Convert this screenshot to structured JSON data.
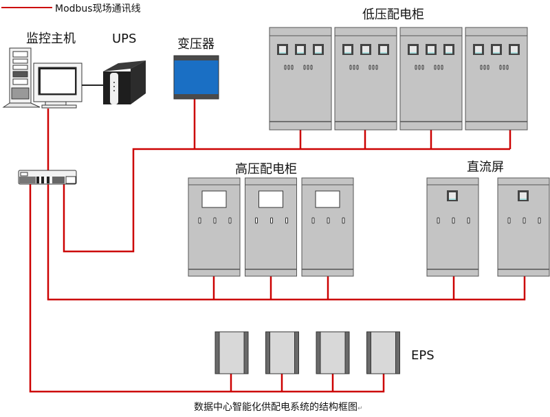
{
  "legend": {
    "label": "Modbus现场通讯线",
    "line_color": "#cc0000"
  },
  "labels": {
    "monitor_host": "监控主机",
    "ups": "UPS",
    "transformer": "变压器",
    "low_voltage_cabinets": "低压配电柜",
    "high_voltage_cabinets": "高压配电柜",
    "dc_panels": "直流屏",
    "eps": "EPS"
  },
  "caption": "数据中心智能化供配电系统的结构框图",
  "caption_mark": "↵",
  "components": {
    "low_voltage_cabinet_count": 4,
    "high_voltage_cabinet_count": 3,
    "dc_panel_count": 2,
    "eps_unit_count": 4
  },
  "colors": {
    "bus_line": "#cc0000",
    "cabinet_fill": "#c4c4c4",
    "cabinet_stroke": "#555555",
    "transformer_blue": "#1a6fc4",
    "transformer_cap": "#4a4a4a",
    "eps_fill": "#d8d8d8",
    "eps_side": "#6a6a6a"
  }
}
